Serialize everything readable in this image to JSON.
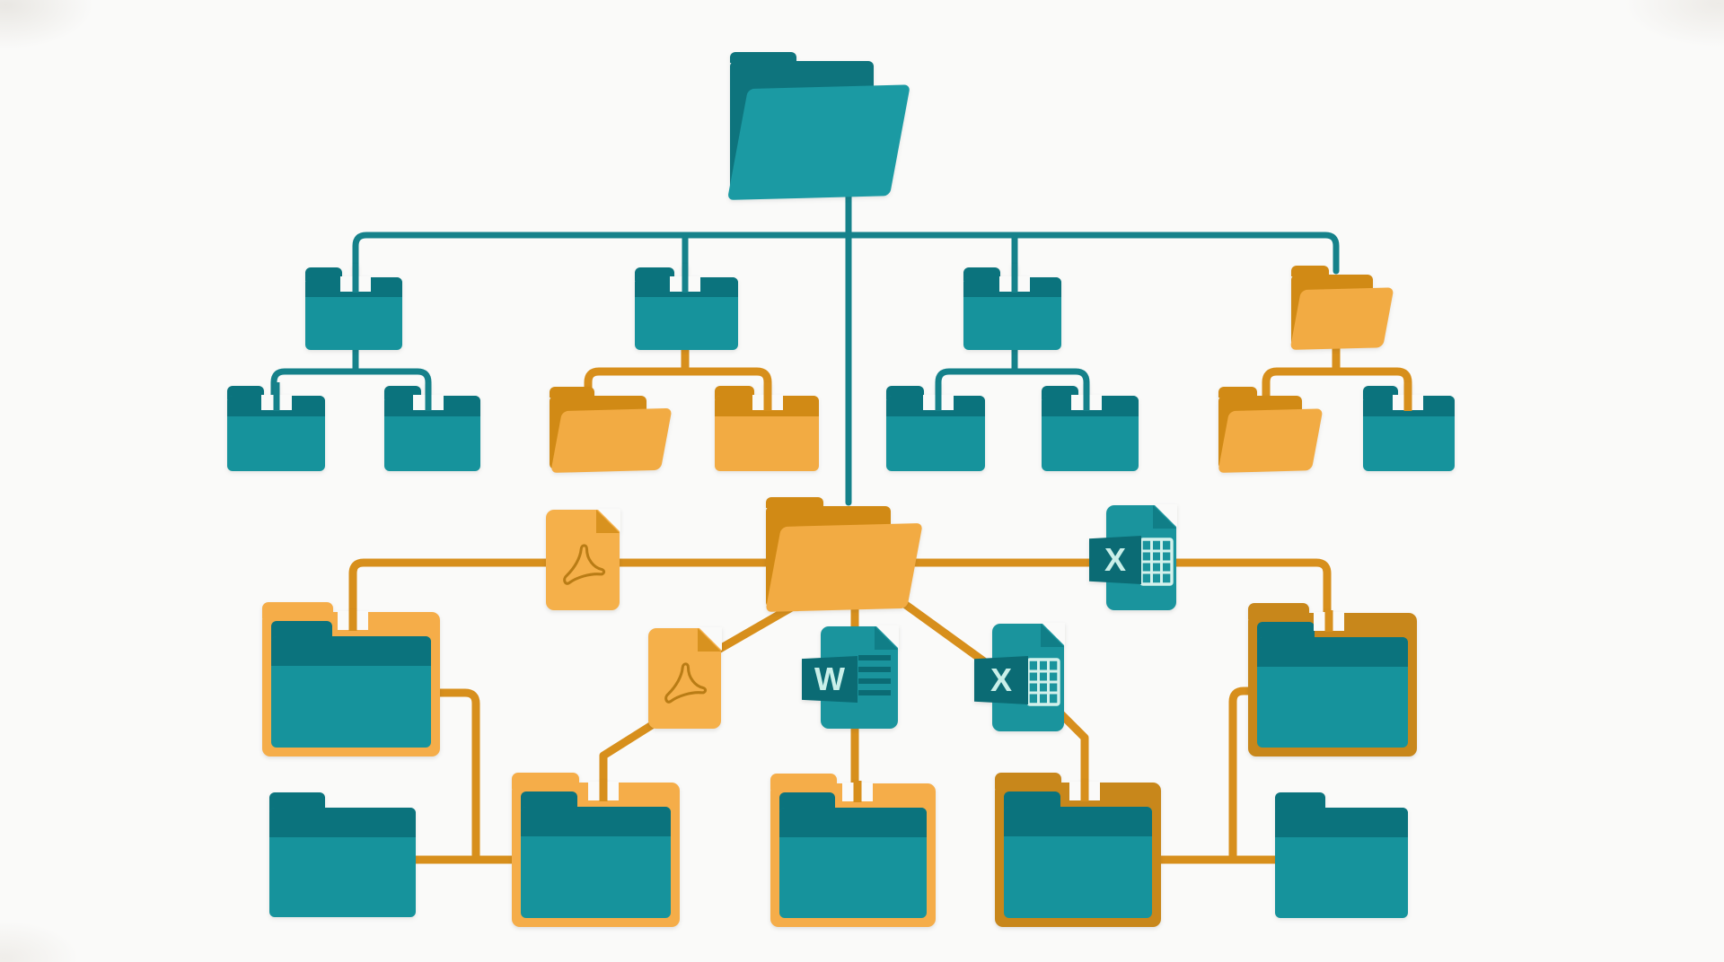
{
  "file_labels": {
    "word": "W",
    "excel": "X"
  },
  "palette": {
    "bg": "#fafaf9",
    "teal-line": "#15818a",
    "teal-dark": "#0b737d",
    "teal-body": "#16939c",
    "root-back": "#0e747d",
    "root-front": "#1b9aa3",
    "orange-line": "#d78f1c",
    "orange-back": "#d18a15",
    "orange-front": "#f2ab43",
    "amber-light": "#f5ad49",
    "amber-dark": "#c8871b",
    "doc-teal": "#1a949d",
    "doc-fold": "#107e87",
    "doc-panel": "#0b6b74",
    "doc-letter": "#c9efe9",
    "doc-grid": "#d4f1ec",
    "pdf-body": "#f5b04a",
    "pdf-fold": "#d8921f",
    "pdf-glyph": "#b97c15"
  },
  "diagram": {
    "description": "Folder hierarchy illustration: a teal root folder branches into four sub-folder trees; a central stem leads to an orange hub folder linked to PDF, Word and Excel files and to amber-highlighted storage folders.",
    "nodes": [
      {
        "id": "root",
        "kind": "folder-open",
        "color": "teal",
        "highlighted": false
      },
      {
        "id": "branch-1",
        "kind": "folder-closed",
        "color": "teal",
        "highlighted": false
      },
      {
        "id": "branch-1-child-1",
        "kind": "folder-closed",
        "color": "teal",
        "highlighted": false
      },
      {
        "id": "branch-1-child-2",
        "kind": "folder-closed",
        "color": "teal",
        "highlighted": false
      },
      {
        "id": "branch-2",
        "kind": "folder-closed",
        "color": "teal",
        "highlighted": false
      },
      {
        "id": "branch-2-child-1",
        "kind": "folder-open",
        "color": "orange",
        "highlighted": false
      },
      {
        "id": "branch-2-child-2",
        "kind": "folder-closed",
        "color": "orange",
        "highlighted": false
      },
      {
        "id": "branch-3",
        "kind": "folder-closed",
        "color": "teal",
        "highlighted": false
      },
      {
        "id": "branch-3-child-1",
        "kind": "folder-closed",
        "color": "teal",
        "highlighted": false
      },
      {
        "id": "branch-3-child-2",
        "kind": "folder-closed",
        "color": "teal",
        "highlighted": false
      },
      {
        "id": "branch-4",
        "kind": "folder-open",
        "color": "orange",
        "highlighted": false
      },
      {
        "id": "branch-4-child-1",
        "kind": "folder-open",
        "color": "orange",
        "highlighted": false
      },
      {
        "id": "branch-4-child-2",
        "kind": "folder-closed",
        "color": "teal",
        "highlighted": false
      },
      {
        "id": "hub",
        "kind": "folder-open",
        "color": "orange",
        "highlighted": false
      },
      {
        "id": "file-pdf-1",
        "kind": "file-pdf",
        "color": "orange",
        "highlighted": false
      },
      {
        "id": "file-excel-1",
        "kind": "file-excel",
        "color": "teal",
        "highlighted": false
      },
      {
        "id": "file-pdf-2",
        "kind": "file-pdf",
        "color": "orange",
        "highlighted": false
      },
      {
        "id": "file-word-1",
        "kind": "file-word",
        "color": "teal",
        "highlighted": false
      },
      {
        "id": "file-excel-2",
        "kind": "file-excel",
        "color": "teal",
        "highlighted": false
      },
      {
        "id": "archive-left",
        "kind": "folder-closed",
        "color": "teal",
        "highlighted": true,
        "frame": "amber-light"
      },
      {
        "id": "archive-right",
        "kind": "folder-closed",
        "color": "teal",
        "highlighted": true,
        "frame": "amber-dark"
      },
      {
        "id": "store-1",
        "kind": "folder-closed",
        "color": "teal",
        "highlighted": false
      },
      {
        "id": "store-2",
        "kind": "folder-closed",
        "color": "teal",
        "highlighted": true,
        "frame": "amber-light"
      },
      {
        "id": "store-3",
        "kind": "folder-closed",
        "color": "teal",
        "highlighted": true,
        "frame": "amber-light"
      },
      {
        "id": "store-4",
        "kind": "folder-closed",
        "color": "teal",
        "highlighted": true,
        "frame": "amber-dark"
      },
      {
        "id": "store-5",
        "kind": "folder-closed",
        "color": "teal",
        "highlighted": false
      }
    ],
    "edges": [
      {
        "from": "root",
        "to": "branch-1",
        "line": "teal"
      },
      {
        "from": "root",
        "to": "branch-2",
        "line": "teal"
      },
      {
        "from": "root",
        "to": "branch-3",
        "line": "teal"
      },
      {
        "from": "root",
        "to": "branch-4",
        "line": "teal"
      },
      {
        "from": "root",
        "to": "hub",
        "line": "teal"
      },
      {
        "from": "branch-1",
        "to": "branch-1-child-1",
        "line": "teal"
      },
      {
        "from": "branch-1",
        "to": "branch-1-child-2",
        "line": "teal"
      },
      {
        "from": "branch-2",
        "to": "branch-2-child-1",
        "line": "orange"
      },
      {
        "from": "branch-2",
        "to": "branch-2-child-2",
        "line": "orange"
      },
      {
        "from": "branch-3",
        "to": "branch-3-child-1",
        "line": "teal"
      },
      {
        "from": "branch-3",
        "to": "branch-3-child-2",
        "line": "teal"
      },
      {
        "from": "branch-4",
        "to": "branch-4-child-1",
        "line": "orange"
      },
      {
        "from": "branch-4",
        "to": "branch-4-child-2",
        "line": "orange"
      },
      {
        "from": "hub",
        "to": "file-pdf-1",
        "line": "orange"
      },
      {
        "from": "file-pdf-1",
        "to": "archive-left",
        "line": "orange"
      },
      {
        "from": "hub",
        "to": "file-excel-1",
        "line": "orange"
      },
      {
        "from": "file-excel-1",
        "to": "archive-right",
        "line": "orange"
      },
      {
        "from": "hub",
        "to": "file-pdf-2",
        "line": "orange"
      },
      {
        "from": "file-pdf-2",
        "to": "store-2",
        "line": "orange"
      },
      {
        "from": "hub",
        "to": "file-word-1",
        "line": "orange"
      },
      {
        "from": "file-word-1",
        "to": "store-3",
        "line": "orange"
      },
      {
        "from": "hub",
        "to": "file-excel-2",
        "line": "orange"
      },
      {
        "from": "file-excel-2",
        "to": "store-4",
        "line": "orange"
      },
      {
        "from": "archive-left",
        "to": "store-1",
        "line": "orange"
      },
      {
        "from": "archive-left",
        "to": "store-2",
        "line": "orange"
      },
      {
        "from": "archive-right",
        "to": "store-4",
        "line": "orange"
      },
      {
        "from": "archive-right",
        "to": "store-5",
        "line": "orange"
      }
    ]
  }
}
